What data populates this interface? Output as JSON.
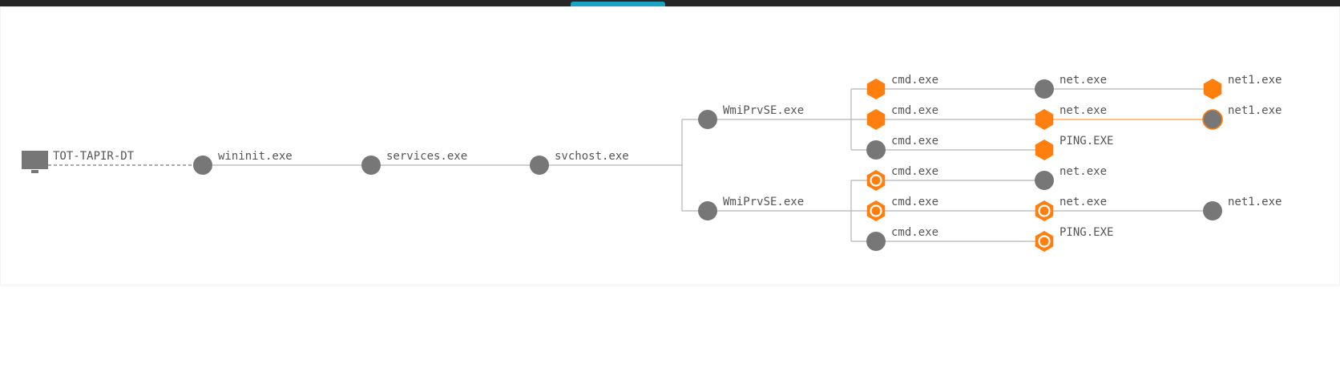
{
  "colors": {
    "line": "#b4b4b4",
    "node": "#777777",
    "alert": "#ff7f0e",
    "highlight_edge": "#ff9d3a",
    "label": "#555555",
    "host_icon": "#767676"
  },
  "tree": {
    "host": {
      "label": "TOT-TAPIR-DT",
      "icon": "computer-icon"
    },
    "chain": [
      {
        "id": "wininit",
        "label": "wininit.exe",
        "marker": "circle"
      },
      {
        "id": "services",
        "label": "services.exe",
        "marker": "circle"
      },
      {
        "id": "svchost",
        "label": "svchost.exe",
        "marker": "circle"
      }
    ],
    "wmi": [
      {
        "id": "wmi1",
        "label": "WmiPrvSE.exe",
        "marker": "circle",
        "children": [
          {
            "id": "cmd1",
            "label": "cmd.exe",
            "marker": "hex",
            "children": [
              {
                "id": "net1",
                "label": "net.exe",
                "marker": "circle",
                "children": [
                  {
                    "id": "net1a",
                    "label": "net1.exe",
                    "marker": "hex"
                  }
                ]
              }
            ]
          },
          {
            "id": "cmd2",
            "label": "cmd.exe",
            "marker": "hex",
            "children": [
              {
                "id": "net2",
                "label": "net.exe",
                "marker": "hex",
                "children": [
                  {
                    "id": "net1b",
                    "label": "net1.exe",
                    "marker": "circle-selected"
                  }
                ]
              }
            ]
          },
          {
            "id": "cmd3",
            "label": "cmd.exe",
            "marker": "circle",
            "children": [
              {
                "id": "ping1",
                "label": "PING.EXE",
                "marker": "hex"
              }
            ]
          }
        ]
      },
      {
        "id": "wmi2",
        "label": "WmiPrvSE.exe",
        "marker": "circle",
        "children": [
          {
            "id": "cmd4",
            "label": "cmd.exe",
            "marker": "hex-ring",
            "children": [
              {
                "id": "net3",
                "label": "net.exe",
                "marker": "circle"
              }
            ]
          },
          {
            "id": "cmd5",
            "label": "cmd.exe",
            "marker": "hex-ring",
            "children": [
              {
                "id": "net4",
                "label": "net.exe",
                "marker": "hex-ring",
                "children": [
                  {
                    "id": "net1c",
                    "label": "net1.exe",
                    "marker": "circle"
                  }
                ]
              }
            ]
          },
          {
            "id": "cmd6",
            "label": "cmd.exe",
            "marker": "circle",
            "children": [
              {
                "id": "ping2",
                "label": "PING.EXE",
                "marker": "hex-ring"
              }
            ]
          }
        ]
      }
    ]
  }
}
